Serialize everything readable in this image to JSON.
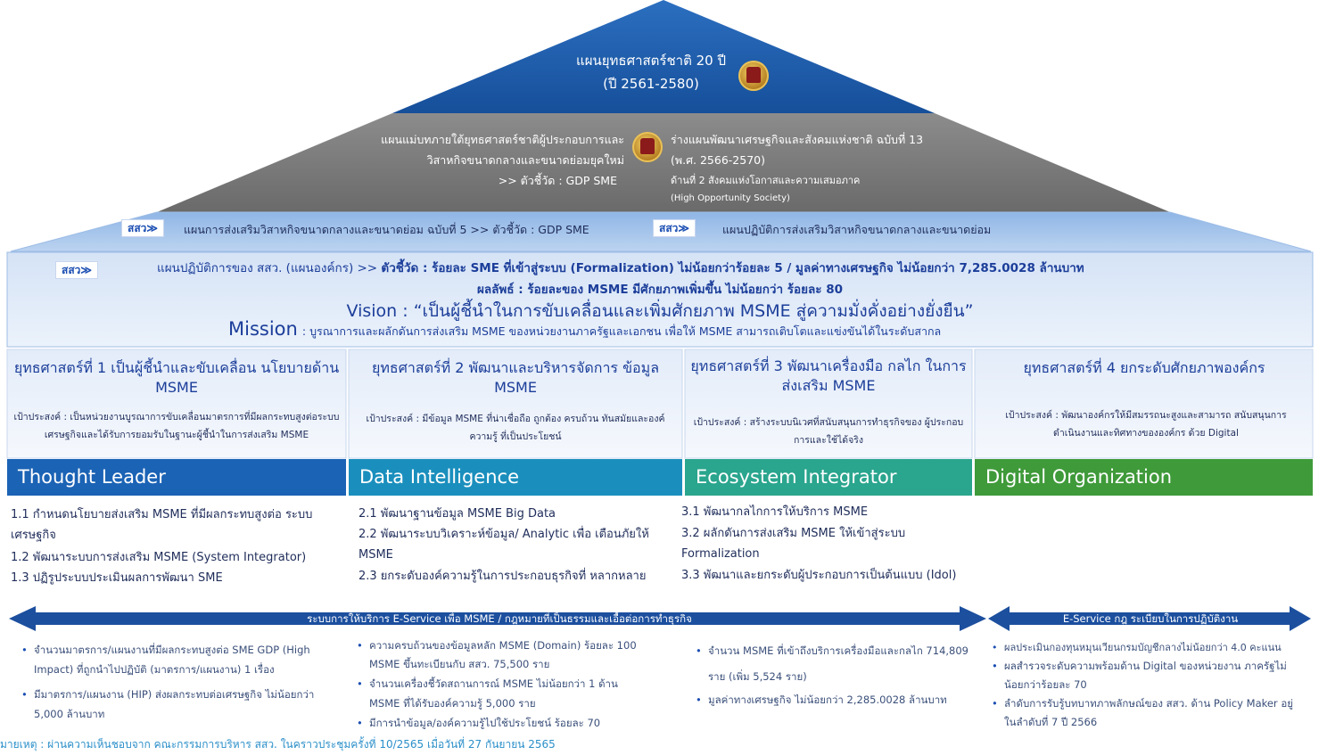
{
  "roof": {
    "title_line1": "แผนยุทธศาสตร์ชาติ 20 ปี",
    "title_line2": "(ปี 2561-2580)"
  },
  "second_tier": {
    "left_line1": "แผนแม่บทภายใต้ยุทธศาสตร์ชาติผู้ประกอบการและ",
    "left_line2": "วิสาหกิจขนาดกลางและขนาดย่อมยุคใหม่",
    "left_indicator": ">> ตัวชี้วัด : GDP SME",
    "right_line1": "ร่างแผนพัฒนาเศรษฐกิจและสังคมแห่งชาติ ฉบับที่ 13",
    "right_line2": "(พ.ศ. 2566-2570)",
    "right_line3": "ด้านที่ 2 สังคมแห่งโอกาสและความเสมอภาค",
    "right_line4": "(High Opportunity Society)"
  },
  "third_tier": {
    "tag": "สสว≫",
    "left_text": "แผนการส่งเสริมวิสาหกิจขนาดกลางและขนาดย่อม ฉบับที่ 5 >> ตัวชี้วัด : GDP SME",
    "right_text": "แผนปฏิบัติการส่งเสริมวิสาหกิจขนาดกลางและขนาดย่อม"
  },
  "vision_block": {
    "plan_prefix": "แผนปฏิบัติการของ สสว. (แผนองค์กร) >> ",
    "plan_indicator": "ตัวชี้วัด : ร้อยละ SME ที่เข้าสู่ระบบ (Formalization) ไม่น้อยกว่าร้อยละ 5 / มูลค่าทางเศรษฐกิจ ไม่น้อยกว่า 7,285.0028 ล้านบาท",
    "outcome": "ผลลัพธ์ : ร้อยละของ MSME มีศักยภาพเพิ่มขึ้น ไม่น้อยกว่า ร้อยละ 80",
    "vision_label": "Vision :",
    "vision_text": "“เป็นผู้ชี้นำในการขับเคลื่อนและเพิ่มศักยภาพ MSME สู่ความมั่งคั่งอย่างยั่งยืน”",
    "mission_label": "Mission",
    "mission_text": ": บูรณาการและผลักดันการส่งเสริม MSME ของหน่วยงานภาครัฐและเอกชน เพื่อให้ MSME สามารถเติบโตและแข่งขันได้ในระดับสากล"
  },
  "strategies": [
    {
      "title": "ยุทธศาสตร์ที่ 1 เป็นผู้ชี้นำและขับเคลื่อน นโยบายด้าน MSME",
      "goal": "เป้าประสงค์ : เป็นหน่วยงานบูรณาการขับเคลื่อนมาตรการที่มีผลกระทบสูงต่อระบบเศรษฐกิจและได้รับการยอมรับในฐานะผู้ชี้นำในการส่งเสริม MSME",
      "banner": "Thought Leader",
      "color": "#1b63b5",
      "items": [
        "1.1 กำหนดนโยบายส่งเสริม MSME ที่มีผลกระทบสูงต่อ ระบบเศรษฐกิจ",
        "1.2 พัฒนาระบบการส่งเสริม MSME (System Integrator)",
        "1.3 ปฏิรูประบบประเมินผลการพัฒนา SME"
      ],
      "kpis": [
        "จำนวนมาตรการ/แผนงานที่มีผลกระทบสูงต่อ SME GDP (High Impact) ที่ถูกนำไปปฏิบัติ (มาตรการ/แผนงาน) 1 เรื่อง",
        "มีมาตรการ/แผนงาน (HIP) ส่งผลกระทบต่อเศรษฐกิจ ไม่น้อยกว่า 5,000 ล้านบาท"
      ]
    },
    {
      "title": "ยุทธศาสตร์ที่ 2 พัฒนาและบริหารจัดการ ข้อมูล MSME",
      "goal": "เป้าประสงค์ : มีข้อมูล MSME ที่น่าเชื่อถือ ถูกต้อง ครบถ้วน ทันสมัยและองค์ความรู้ ที่เป็นประโยชน์",
      "banner": "Data Intelligence",
      "color": "#1a8fbd",
      "items": [
        "2.1 พัฒนาฐานข้อมูล MSME Big Data",
        "2.2 พัฒนาระบบวิเคราะห์ข้อมูล/ Analytic เพื่อ เตือนภัยให้ MSME",
        "2.3 ยกระดับองค์ความรู้ในการประกอบธุรกิจที่ หลากหลาย"
      ],
      "kpis": [
        "ความครบถ้วนของข้อมูลหลัก MSME (Domain) ร้อยละ 100",
        "MSME ขึ้นทะเบียนกับ สสว. 75,500 ราย",
        "จำนวนเครื่องชี้วัดสถานการณ์ MSME ไม่น้อยกว่า 1 ด้าน",
        "MSME ที่ได้รับองค์ความรู้ 5,000 ราย",
        "มีการนำข้อมูล/องค์ความรู้ไปใช้ประโยชน์ ร้อยละ 70"
      ]
    },
    {
      "title": "ยุทธศาสตร์ที่ 3 พัฒนาเครื่องมือ กลไก ในการส่งเสริม MSME",
      "goal": "เป้าประสงค์ : สร้างระบบนิเวศที่สนับสนุนการทำธุรกิจของ ผู้ประกอบการและใช้ได้จริง",
      "banner": "Ecosystem Integrator",
      "color": "#2aa58e",
      "items": [
        "3.1 พัฒนากลไกการให้บริการ MSME",
        "3.2 ผลักดันการส่งเสริม MSME ให้เข้าสู่ระบบ Formalization",
        "3.3 พัฒนาและยกระดับผู้ประกอบการเป็นต้นแบบ (Idol)"
      ],
      "kpis": [
        "จำนวน MSME ที่เข้าถึงบริการเครื่องมือและกลไก 714,809 ราย (เพิ่ม 5,524 ราย)",
        "มูลค่าทางเศรษฐกิจ ไม่น้อยกว่า 2,285.0028 ล้านบาท"
      ]
    },
    {
      "title": "ยุทธศาสตร์ที่ 4 ยกระดับศักยภาพองค์กร",
      "goal": "เป้าประสงค์ : พัฒนาองค์กรให้มีสมรรถนะสูงและสามารถ สนับสนุนการดำเนินงานและทิศทางขององค์กร ด้วย Digital",
      "banner": "Digital Organization",
      "color": "#3f9a3a",
      "items": [],
      "kpis": [
        "ผลประเมินกองทุนหมุนเวียนกรมบัญชีกลางไม่น้อยกว่า 4.0 คะแนน",
        "ผลสำรวจระดับความพร้อมด้าน Digital ของหน่วยงาน ภาครัฐไม่น้อยกว่าร้อยละ 70",
        "ลำดับการรับรู้บทบาทภาพลักษณ์ของ สสว. ด้าน Policy Maker อยู่ในลำดับที่ 7 ปี 2566"
      ]
    }
  ],
  "arrows": {
    "left": "ระบบการให้บริการ E-Service เพื่อ MSME / กฎหมายที่เป็นธรรมและเอื้อต่อการทำธุรกิจ",
    "right": "E-Service กฎ ระเบียบในการปฏิบัติงาน"
  },
  "footnote": "มายเหตุ : ผ่านความเห็นชอบจาก คณะกรรมการบริหาร สสว. ในคราวประชุมครั้งที่ 10/2565 เมื่อวันที่ 27 กันยายน 2565",
  "colors": {
    "roof_blue": "#1d5aa8",
    "roof_gray": "#7a7a7a",
    "light_blue": "#cfe0f4"
  }
}
